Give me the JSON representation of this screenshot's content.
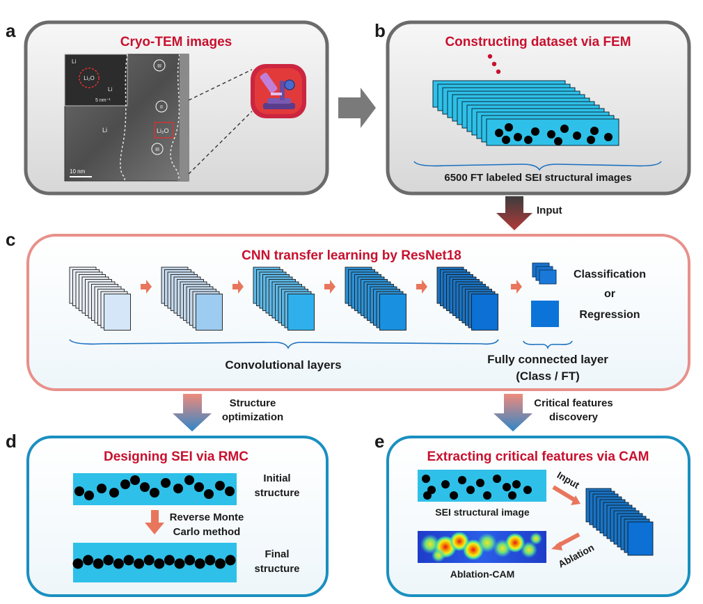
{
  "panels": {
    "a": {
      "letter": "a",
      "title": "Cryo-TEM images",
      "tem_labels": {
        "li_top": "Li",
        "li2o_circle": "Li₂O",
        "li_mid": "Li",
        "inset_scale": "5 nm⁻¹",
        "li_left": "Li",
        "li2o_box": "Li₂O",
        "scale": "10 nm",
        "roman1": "I",
        "roman2": "II",
        "roman3": "III"
      }
    },
    "b": {
      "letter": "b",
      "title": "Constructing dataset via FEM",
      "caption": "6500 FT labeled SEI structural images"
    },
    "c": {
      "letter": "c",
      "title": "CNN transfer learning by ResNet18",
      "out1": "Classification",
      "out_or": "or",
      "out2": "Regression",
      "conv_label": "Convolutional layers",
      "fc_label1": "Fully connected layer",
      "fc_label2": "(Class / FT)"
    },
    "d": {
      "letter": "d",
      "title": "Designing SEI via RMC",
      "initial1": "Initial",
      "initial2": "structure",
      "method1": "Reverse Monte",
      "method2": "Carlo method",
      "final1": "Final",
      "final2": "structure"
    },
    "e": {
      "letter": "e",
      "title": "Extracting critical features via CAM",
      "sei_caption": "SEI structural image",
      "cam_caption": "Ablation-CAM",
      "input_arrow": "Input",
      "ablation_arrow": "Ablation"
    }
  },
  "connectors": {
    "input": "Input",
    "left1": "Structure",
    "left2": "optimization",
    "right1": "Critical features",
    "right2": "discovery"
  },
  "colors": {
    "title_red": "#c8102e",
    "panel_gray": "#6b6b6b",
    "panel_pink": "#e8908a",
    "panel_blue": "#1a8fc0",
    "sei_cyan": "#2ec0e8",
    "fc_blue": "#0c73d8"
  }
}
